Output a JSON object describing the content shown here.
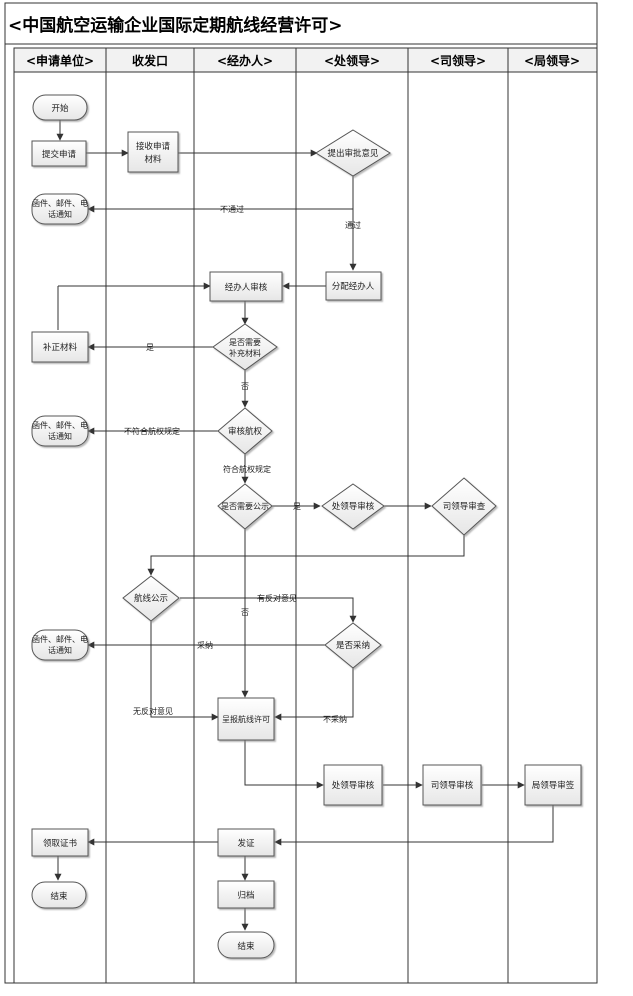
{
  "title": "<中国航空运输企业国际定期航线经营许可>",
  "lanes": [
    "<申请单位>",
    "收发口",
    "<经办人>",
    "<处领导>",
    "<司领导>",
    "<局领导>"
  ],
  "nodes": {
    "start1": "开始",
    "submit": "提交申请",
    "receive1": "接收申请",
    "receive2": "材料",
    "opinion": "提出审批意见",
    "notify1a": "函件、邮件、电",
    "notify1b": "话通知",
    "assign": "分配经办人",
    "review": "经办人审核",
    "supplement": "补正材料",
    "need1": "是否需要",
    "need2": "补充材料",
    "authority": "审核航权",
    "notify2a": "函件、邮件、电",
    "notify2b": "话通知",
    "publicity_q": "是否需要公示",
    "div_review": "处领导审核",
    "dept_review": "司领导审查",
    "route_pub": "航线公示",
    "adopt_q": "是否采纳",
    "notify3a": "函件、邮件、电",
    "notify3b": "话通知",
    "report": "呈报航线许可",
    "div_review2": "处领导审核",
    "dept_review2": "司领导审核",
    "bureau_sign": "局领导审签",
    "collect": "领取证书",
    "issue": "发证",
    "end1": "结束",
    "archive": "归档",
    "end2": "结束"
  },
  "edge_labels": {
    "not_pass": "不通过",
    "pass": "通过",
    "yes1": "是",
    "no1": "否",
    "non_compliant": "不符合航权规定",
    "compliant": "符合航权规定",
    "yes2": "是",
    "objection": "有反对意见",
    "no2": "否",
    "adopt": "采纳",
    "no_objection": "无反对意见",
    "not_adopt": "不采纳"
  }
}
